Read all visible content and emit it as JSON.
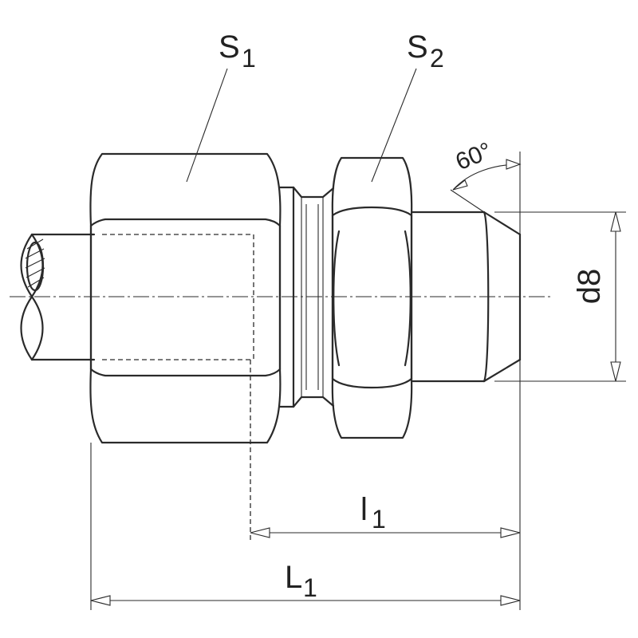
{
  "labels": {
    "s1_main": "S",
    "s1_sub": "1",
    "s2_main": "S",
    "s2_sub": "2",
    "angle": "60°",
    "d8": "d8",
    "l1_main": "l",
    "l1_sub": "1",
    "L1_main": "L",
    "L1_sub": "1"
  },
  "colors": {
    "line": "#2a2a2a",
    "background": "#ffffff"
  }
}
